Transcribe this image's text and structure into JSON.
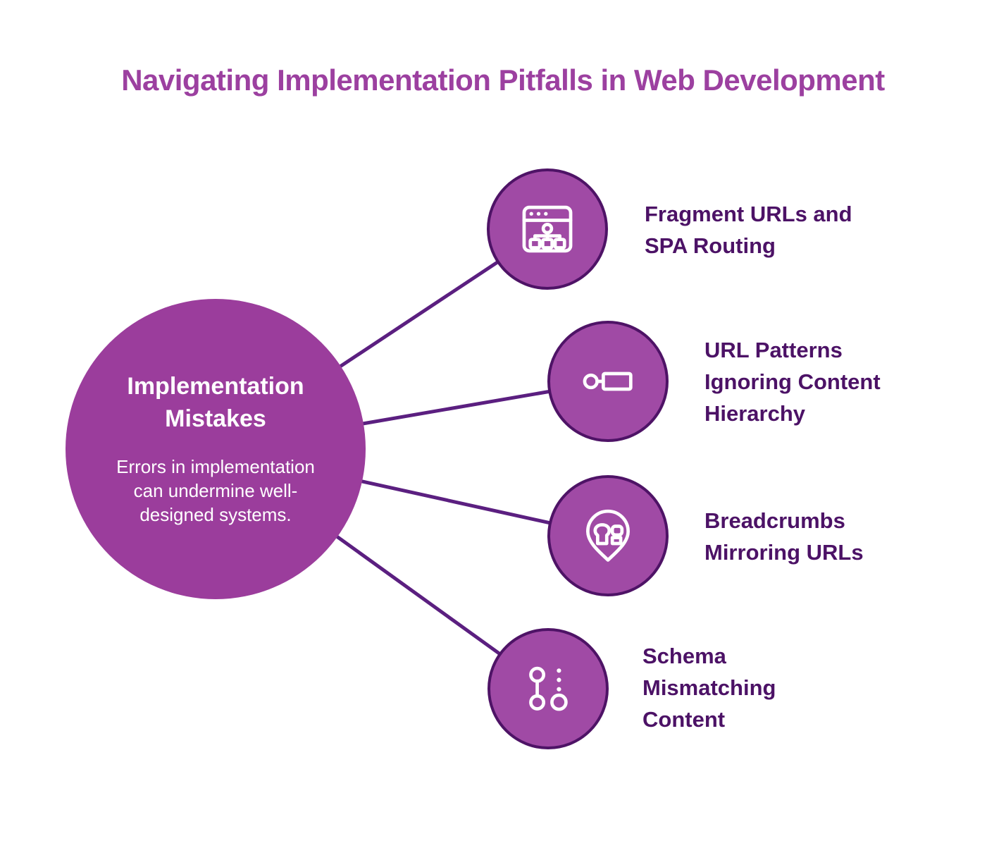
{
  "title": "Navigating Implementation Pitfalls in Web Development",
  "center": {
    "heading": "Implementation\nMistakes",
    "description": "Errors in implementation\ncan undermine well-\ndesigned systems."
  },
  "nodes": [
    {
      "icon": "browser-sitemap-icon",
      "label": "Fragment URLs and\nSPA Routing"
    },
    {
      "icon": "url-pattern-icon",
      "label": "URL Patterns\nIgnoring Content\nHierarchy"
    },
    {
      "icon": "breadcrumb-pin-icon",
      "label": "Breadcrumbs\nMirroring URLs"
    },
    {
      "icon": "schema-compare-icon",
      "label": "Schema\nMismatching\nContent"
    }
  ],
  "colors": {
    "background": "#FFFFFF",
    "title_text": "#9C40A0",
    "center_circle_fill": "#9B3D9C",
    "satellite_circle_fill": "#A04AA5",
    "satellite_circle_border": "#4E1366",
    "connector_line": "#5B1F80",
    "label_text": "#4C1266",
    "icon_stroke": "#FFFFFF",
    "circle_text": "#FFFFFF"
  }
}
